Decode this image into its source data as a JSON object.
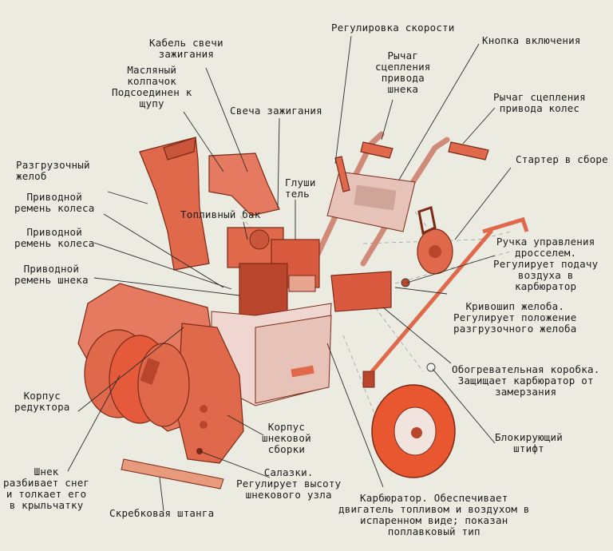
{
  "colors": {
    "background": "#ecebe2",
    "parts": "#e0694c",
    "parts_dark": "#b8452c",
    "frame": "#efd6d0"
  },
  "labels": {
    "speed": "Регулировка скорости",
    "button": "Кнопка включения",
    "cable": "Кабель свечи\nзажигания",
    "cap": "Масляный\nколпачок\nПодсоединен к\nщупу",
    "auger_lever": "Рычаг\nсцепления\nпривода\nшнека",
    "wheel_lever": "Рычаг сцепления\nпривода колес",
    "spark": "Свеча зажигания",
    "chute": "Разгрузочный\nжелоб",
    "muffler": "Глуши\nтель",
    "starter": "Стартер в сборе",
    "belt1": "Приводной\nремень колеса",
    "tank": "Топливный бак",
    "belt2": "Приводной\nремень колеса",
    "throttle": "Ручка управления\nдросселем.\nРегулирует подачу\nвоздуха в\nкарбюратор",
    "belt3": "Приводной\nремень шнека",
    "crank": "Кривошип желоба.\nРегулирует положение\nразгрузочного желоба",
    "heatbox": "Обогревательная коробка.\nЗащищает карбюратор от\nзамерзания",
    "gearbox": "Корпус\nредуктора",
    "housing": "Корпус\nшнековой\nсборки",
    "pin": "Блокирующий\nштифт",
    "auger": "Шнек\nразбивает снег\nи толкает его\nв крыльчатку",
    "skids": "Салазки.\nРегулирует высоту\nшнекового узла",
    "scraper": "Скребковая штанга",
    "carb": "Карбюратор. Обеспечивает\nдвигатель топливом и воздухом в\nиспаренном виде; показан\nпоплавковый тип"
  }
}
